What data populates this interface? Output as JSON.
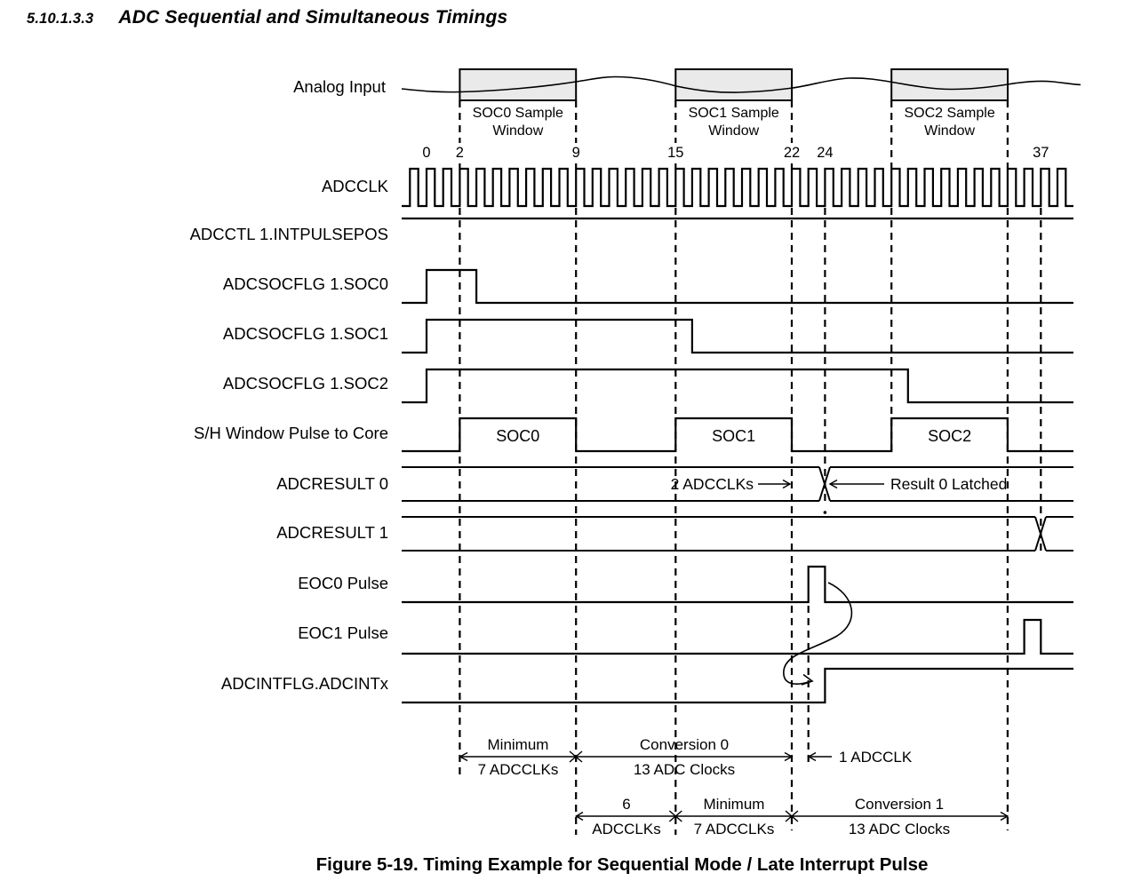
{
  "page": {
    "heading": {
      "number": "5.10.1.3.3",
      "title": "ADC Sequential and Simultaneous Timings"
    },
    "caption": "Figure 5-19. Timing Example for Sequential Mode / Late Interrupt Pulse"
  },
  "colors": {
    "box_fill": "#eaeaea",
    "line": "#000000",
    "background": "#ffffff"
  },
  "diagram": {
    "analog_input_label": "Analog Input",
    "sample_windows": [
      {
        "line1": "SOC0 Sample",
        "line2": "Window"
      },
      {
        "line1": "SOC1 Sample",
        "line2": "Window"
      },
      {
        "line1": "SOC2 Sample",
        "line2": "Window"
      }
    ],
    "clock_ticks": {
      "c0": "0",
      "c2": "2",
      "c9": "9",
      "c15": "15",
      "c22": "22",
      "c24": "24",
      "c37": "37"
    },
    "signal_labels": {
      "adcclk": "ADCCLK",
      "intpulsepos": "ADCCTL 1.INTPULSEPOS",
      "soc0": "ADCSOCFLG 1.SOC0",
      "soc1": "ADCSOCFLG 1.SOC1",
      "soc2": "ADCSOCFLG 1.SOC2",
      "sh_window": "S/H Window Pulse to Core",
      "result0": "ADCRESULT 0",
      "result1": "ADCRESULT 1",
      "eoc0": "EOC0 Pulse",
      "eoc1": "EOC1 Pulse",
      "adcintflg": "ADCINTFLG.ADCINTx"
    },
    "sh_labels": {
      "soc0": "SOC0",
      "soc1": "SOC1",
      "soc2": "SOC2"
    },
    "annotations": {
      "two_adcclks": "2 ADCCLKs",
      "result0_latched": "Result 0 Latched",
      "one_adcclk": "1 ADCCLK"
    },
    "measures": {
      "row1": {
        "min_l1": "Minimum",
        "min_l2": "7 ADCCLKs",
        "conv0_l1": "Conversion 0",
        "conv0_l2": "13 ADC Clocks"
      },
      "row2": {
        "six_l1": "6",
        "six_l2": "ADCCLKs",
        "min_l1": "Minimum",
        "min_l2": "7 ADCCLKs",
        "conv1_l1": "Conversion 1",
        "conv1_l2": "13 ADC Clocks"
      }
    }
  }
}
